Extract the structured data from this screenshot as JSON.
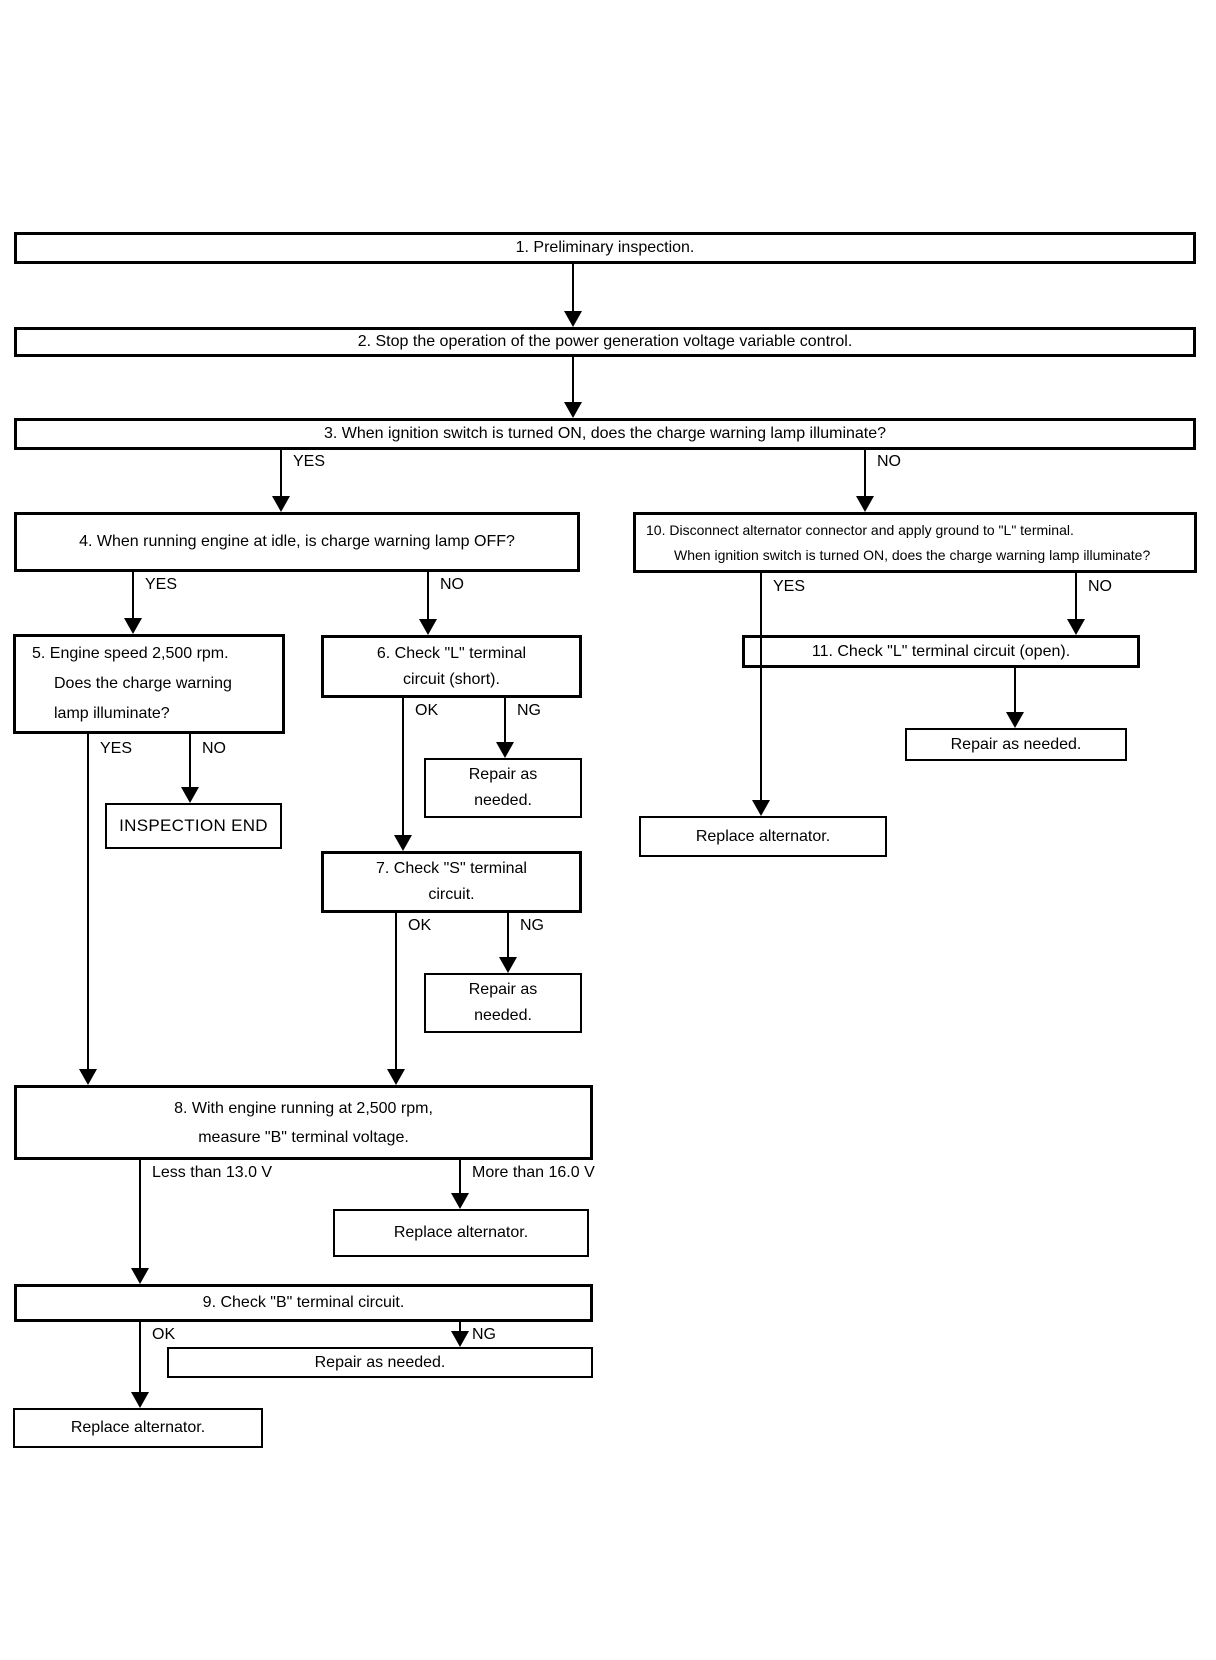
{
  "flowchart": {
    "steps": {
      "s1": "1. Preliminary inspection.",
      "s2": "2. Stop the operation of the power generation voltage variable control.",
      "s3": "3. When ignition switch is turned ON, does the charge warning lamp illuminate?",
      "s4": "4. When running engine at idle, is charge warning lamp OFF?",
      "s5_line1": "5. Engine speed 2,500 rpm.",
      "s5_line2": "Does the charge warning",
      "s5_line3": "lamp illuminate?",
      "s6_line1": "6. Check \"L\" terminal",
      "s6_line2": "circuit (short).",
      "s7_line1": "7. Check \"S\" terminal",
      "s7_line2": "circuit.",
      "s8_line1": "8. With engine running at 2,500 rpm,",
      "s8_line2": "measure \"B\" terminal voltage.",
      "s9": "9. Check \"B\" terminal circuit.",
      "s10_line1": "10. Disconnect alternator connector and apply ground to \"L\" terminal.",
      "s10_line2": "When ignition switch is turned ON, does the charge warning lamp illuminate?",
      "s11": "11. Check \"L\" terminal circuit (open)."
    },
    "terminals": {
      "inspection_end": "INSPECTION END",
      "repair_6ng_line1": "Repair as",
      "repair_6ng_line2": "needed.",
      "repair_7ng_line1": "Repair as",
      "repair_7ng_line2": "needed.",
      "replace_8more": "Replace alternator.",
      "repair_9ng": "Repair as needed.",
      "replace_9ok": "Replace alternator.",
      "replace_10yes": "Replace alternator.",
      "repair_11": "Repair as needed."
    },
    "edge_labels": {
      "s3_yes": "YES",
      "s3_no": "NO",
      "s4_yes": "YES",
      "s4_no": "NO",
      "s5_yes": "YES",
      "s5_no": "NO",
      "s6_ok": "OK",
      "s6_ng": "NG",
      "s7_ok": "OK",
      "s7_ng": "NG",
      "s8_less": "Less than 13.0 V",
      "s8_more": "More than 16.0 V",
      "s9_ok": "OK",
      "s9_ng": "NG",
      "s10_yes": "YES",
      "s10_no": "NO"
    },
    "colors": {
      "line": "#000000",
      "background": "#ffffff"
    }
  }
}
